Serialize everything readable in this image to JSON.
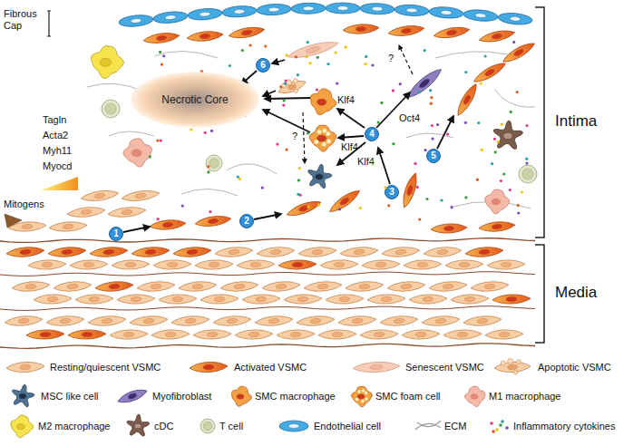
{
  "diagram": {
    "nodes": [
      {
        "text": [
          "Necrotic Core"
        ]
      }
    ],
    "labels": [
      "Fibrous Cap",
      "Mitogens",
      "Tagln",
      "Acta2",
      "Myh11",
      "Myocd",
      "1",
      "2",
      "3",
      "4",
      "5",
      "6",
      "Klf4",
      "Klf4",
      "Klf4",
      "Oct4",
      "?",
      "?",
      "Intima",
      "Media"
    ],
    "legend": [
      {
        "text": "Resting/quiescent VSMC"
      },
      {
        "text": "Activated VSMC"
      },
      {
        "text": "Senescent VSMC"
      },
      {
        "text": "Apoptotic VSMC"
      },
      {
        "text": "MSC like cell"
      },
      {
        "text": "Myofibroblast"
      },
      {
        "text": "SMC macrophage"
      },
      {
        "text": "SMC foam cell"
      },
      {
        "text": "M1 macrophage"
      },
      {
        "text": "M2 macrophage"
      },
      {
        "text": "cDC"
      },
      {
        "text": "T cell"
      },
      {
        "text": "Endothelial cell"
      },
      {
        "text": "ECM"
      },
      {
        "text": "Inflammatory cytokines"
      }
    ]
  }
}
